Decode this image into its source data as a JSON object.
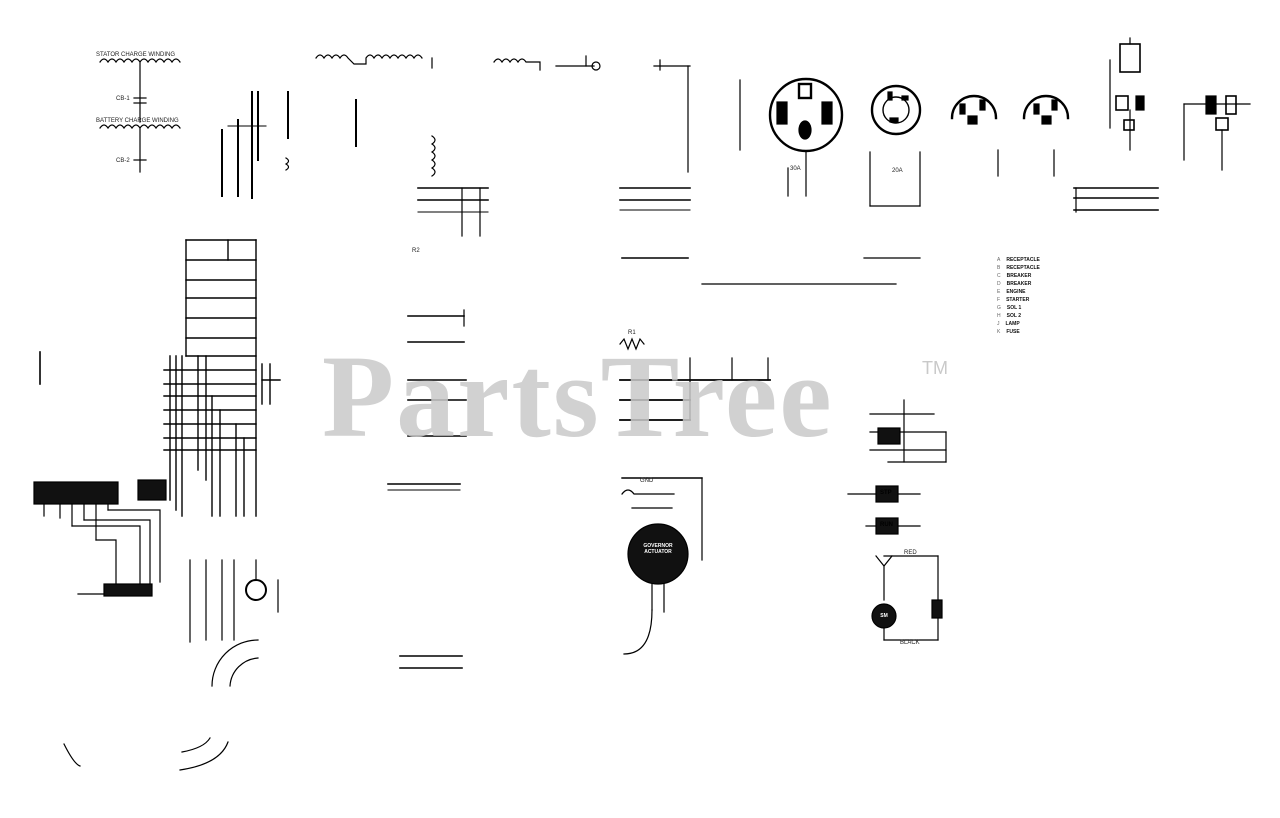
{
  "watermark": {
    "brand": "PartsTree",
    "trademark": "TM"
  },
  "labels": {
    "stator_upper": "STATOR CHARGE WINDING",
    "stator_lower": "BATTERY CHARGE WINDING",
    "cb1": "CB-1",
    "cb2": "CB-2",
    "governor": "GOVERNOR ACTUATOR",
    "motor": "SM",
    "relay_stp": "STP",
    "relay_run": "RUN",
    "red": "RED",
    "black": "BLACK",
    "receptacle_30a": "30A",
    "receptacle_20a": "20A",
    "r1": "R1",
    "r2": "R2",
    "ground": "GND"
  },
  "legend": {
    "items": [
      {
        "code": "A",
        "value": "RECEPTACLE"
      },
      {
        "code": "B",
        "value": "RECEPTACLE"
      },
      {
        "code": "C",
        "value": "BREAKER"
      },
      {
        "code": "D",
        "value": "BREAKER"
      },
      {
        "code": "E",
        "value": "ENGINE"
      },
      {
        "code": "F",
        "value": "STARTER"
      },
      {
        "code": "G",
        "value": "SOL 1"
      },
      {
        "code": "H",
        "value": "SOL 2"
      },
      {
        "code": "J",
        "value": "LAMP"
      },
      {
        "code": "K",
        "value": "FUSE"
      }
    ]
  }
}
